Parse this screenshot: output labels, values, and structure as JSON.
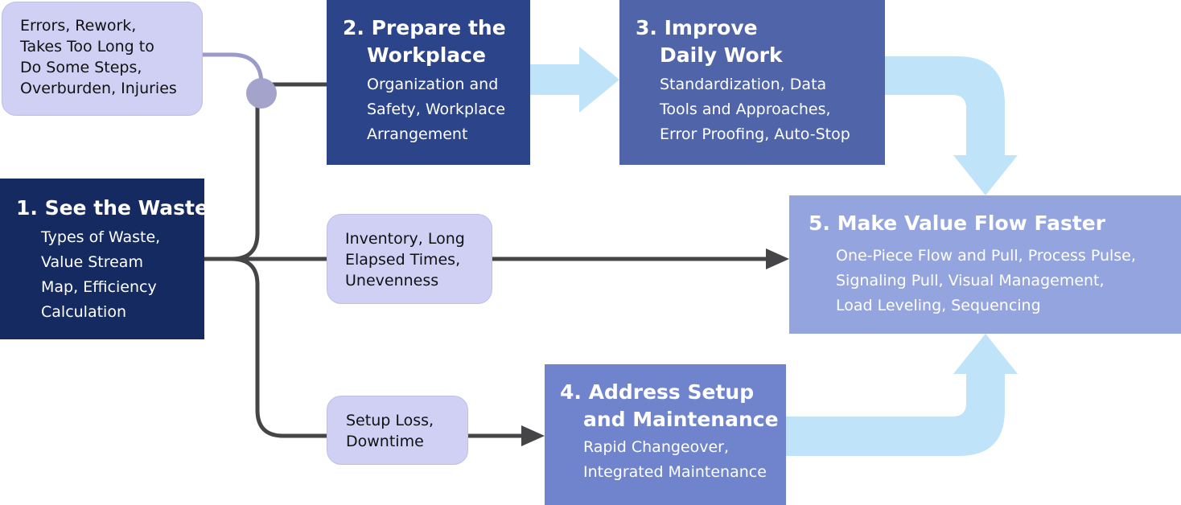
{
  "colors": {
    "step1": "#152a61",
    "step2": "#2c4489",
    "step3": "#5064a9",
    "step4": "#6f84cc",
    "step5": "#94a4de",
    "pill": "#cfd0f4",
    "line": "#454547",
    "arrow": "#bfe4fa"
  },
  "steps": {
    "see_waste": {
      "title": "1. See the Waste",
      "lines": [
        "Types of Waste,",
        "Value Stream",
        "Map, Efficiency",
        "Calculation"
      ]
    },
    "prepare": {
      "title_lines": [
        "2. Prepare the",
        "Workplace"
      ],
      "lines": [
        "Organization and",
        "Safety, Workplace",
        "Arrangement"
      ]
    },
    "improve": {
      "title_lines": [
        "3. Improve",
        "Daily Work"
      ],
      "lines": [
        "Standardization, Data",
        "Tools and Approaches,",
        "Error Proofing, Auto-Stop"
      ]
    },
    "setup": {
      "title_lines": [
        "4. Address Setup",
        "and Maintenance"
      ],
      "lines": [
        "Rapid Changeover,",
        "Integrated Maintenance"
      ]
    },
    "flow": {
      "title": "5. Make Value Flow Faster",
      "lines": [
        "One-Piece Flow and Pull, Process Pulse,",
        "Signaling Pull, Visual Management,",
        "Load Leveling, Sequencing"
      ]
    }
  },
  "issues": {
    "errors": [
      "Errors, Rework,",
      "Takes Too Long to",
      "Do Some Steps,",
      "Overburden, Injuries"
    ],
    "inventory": [
      "Inventory, Long",
      "Elapsed Times,",
      "Unevenness"
    ],
    "setup_loss": [
      "Setup Loss,",
      "Downtime"
    ]
  }
}
